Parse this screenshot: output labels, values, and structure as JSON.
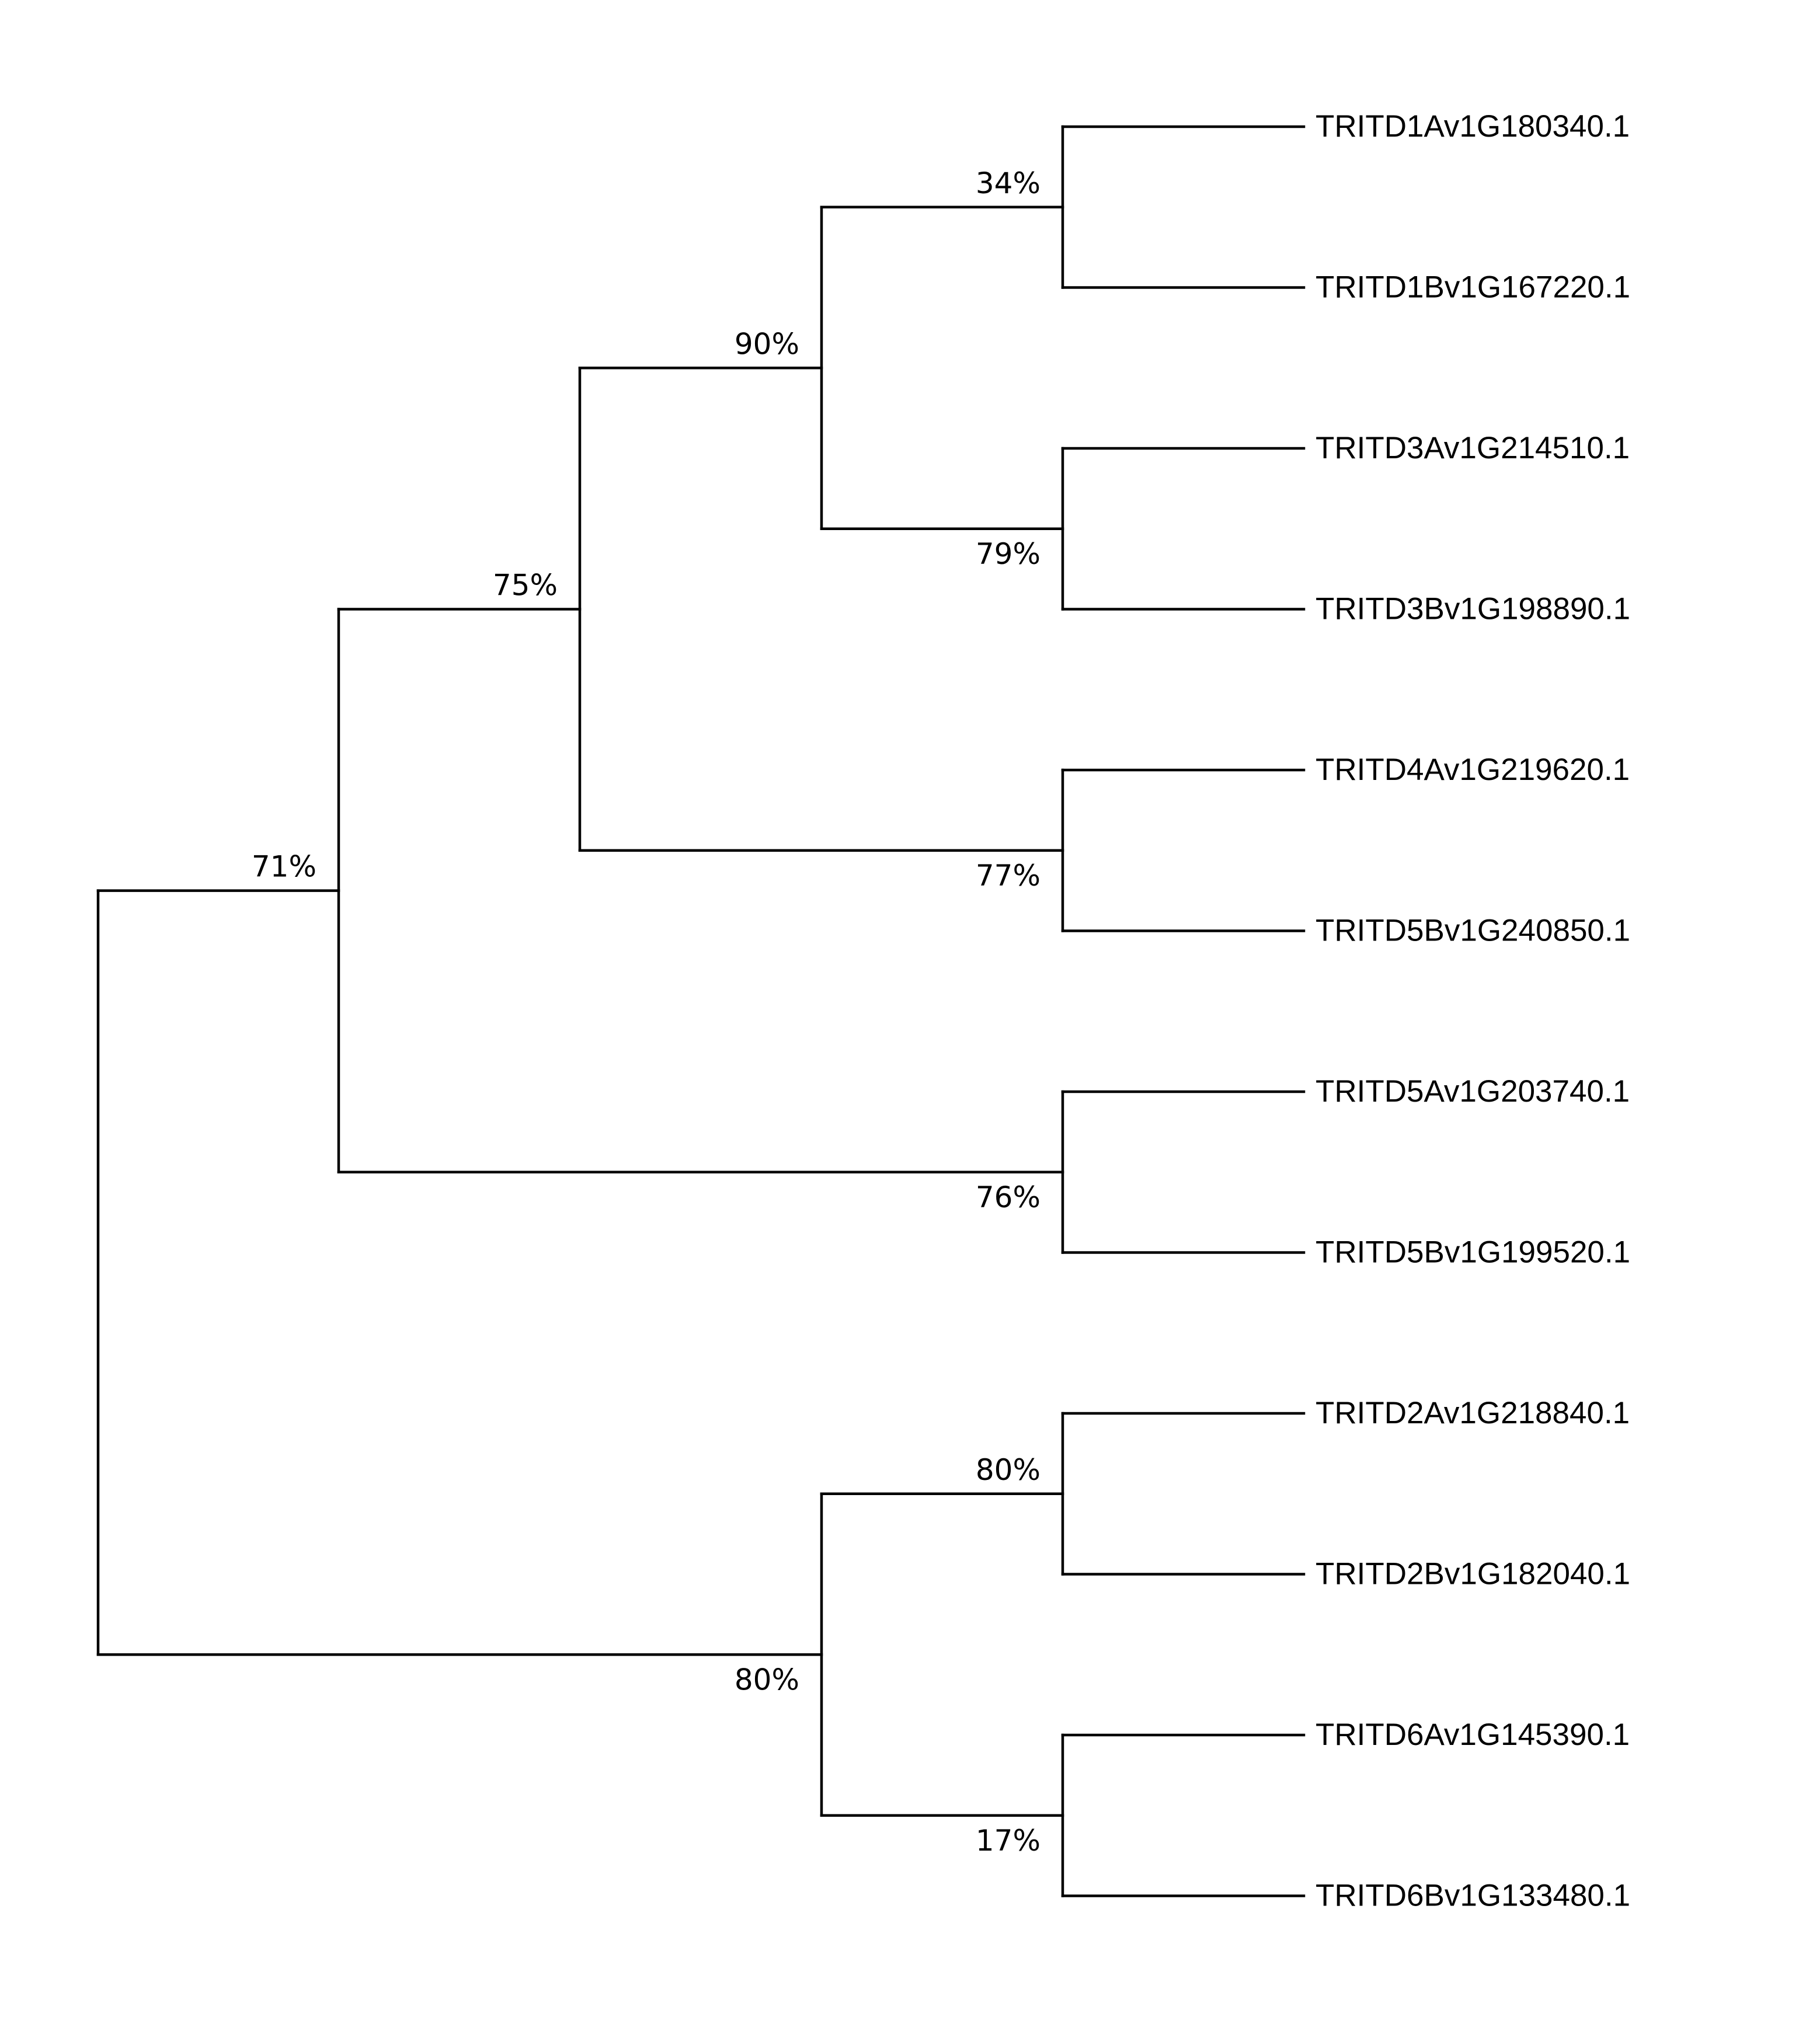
{
  "tree": {
    "leaves": [
      "TRITD1Av1G180340.1",
      "TRITD1Bv1G167220.1",
      "TRITD3Av1G214510.1",
      "TRITD3Bv1G198890.1",
      "TRITD4Av1G219620.1",
      "TRITD5Bv1G240850.1",
      "TRITD5Av1G203740.1",
      "TRITD5Bv1G199520.1",
      "TRITD2Av1G218840.1",
      "TRITD2Bv1G182040.1",
      "TRITD6Av1G145390.1",
      "TRITD6Bv1G133480.1"
    ],
    "nodes": [
      {
        "id": "n34",
        "children": [
          0,
          1
        ],
        "support": "34%",
        "depth": 3,
        "label_side": "above"
      },
      {
        "id": "n79",
        "children": [
          2,
          3
        ],
        "support": "79%",
        "depth": 3,
        "label_side": "below"
      },
      {
        "id": "n90",
        "children": [
          "n34",
          "n79"
        ],
        "support": "90%",
        "depth": 2,
        "label_side": "above"
      },
      {
        "id": "n77",
        "children": [
          4,
          5
        ],
        "support": "77%",
        "depth": 3,
        "label_side": "below"
      },
      {
        "id": "n75",
        "children": [
          "n90",
          "n77"
        ],
        "support": "75%",
        "depth": 1,
        "label_side": "above"
      },
      {
        "id": "n76",
        "children": [
          6,
          7
        ],
        "support": "76%",
        "depth": 3,
        "label_side": "below"
      },
      {
        "id": "n71",
        "children": [
          "n75",
          "n76"
        ],
        "support": "71%",
        "depth": 0,
        "label_side": "above"
      },
      {
        "id": "n80a",
        "children": [
          8,
          9
        ],
        "support": "80%",
        "depth": 3,
        "label_side": "above"
      },
      {
        "id": "n17",
        "children": [
          10,
          11
        ],
        "support": "17%",
        "depth": 3,
        "label_side": "below"
      },
      {
        "id": "n80b",
        "children": [
          "n80a",
          "n17"
        ],
        "support": "80%",
        "depth": 2,
        "label_side": "below"
      },
      {
        "id": "root",
        "children": [
          "n71",
          "n80b"
        ],
        "support": "",
        "depth": -1,
        "label_side": "none"
      }
    ],
    "root": "root"
  }
}
